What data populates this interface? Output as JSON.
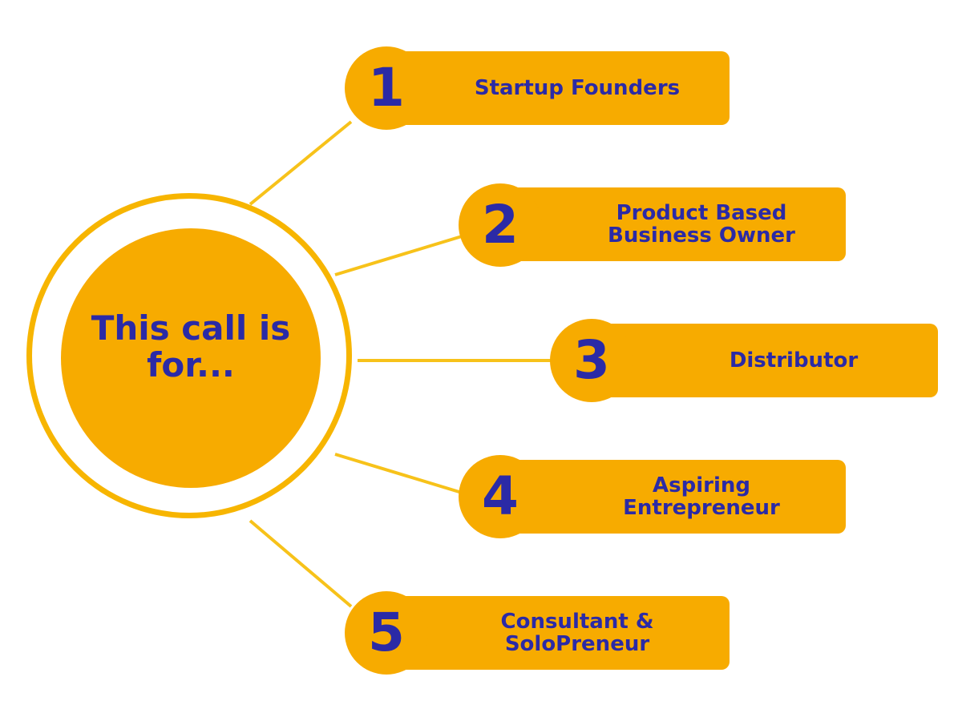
{
  "hub": {
    "text": "This call is\nfor..."
  },
  "items": [
    {
      "number": "1",
      "label": "Startup Founders"
    },
    {
      "number": "2",
      "label": "Product Based\nBusiness Owner"
    },
    {
      "number": "3",
      "label": "Distributor"
    },
    {
      "number": "4",
      "label": "Aspiring\nEntrepreneur"
    },
    {
      "number": "5",
      "label": "Consultant &\nSoloPreneur"
    }
  ],
  "colors": {
    "accent": "#F7AB00",
    "line": "#F7C21A",
    "text": "#2B2AA6"
  }
}
